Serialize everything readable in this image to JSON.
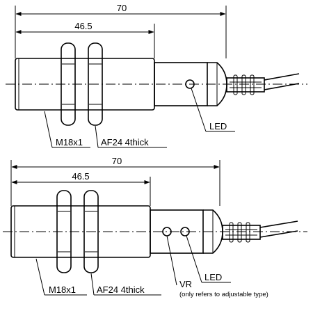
{
  "top_view": {
    "dim_overall": "70",
    "dim_thread": "46.5",
    "label_thread": "M18x1",
    "label_nut": "AF24 4thick",
    "label_led": "LED"
  },
  "bottom_view": {
    "dim_overall": "70",
    "dim_thread": "46.5",
    "label_thread": "M18x1",
    "label_nut": "AF24 4thick",
    "label_led": "LED",
    "label_vr": "VR",
    "label_vr_note": "(only refers to adjustable type)"
  }
}
